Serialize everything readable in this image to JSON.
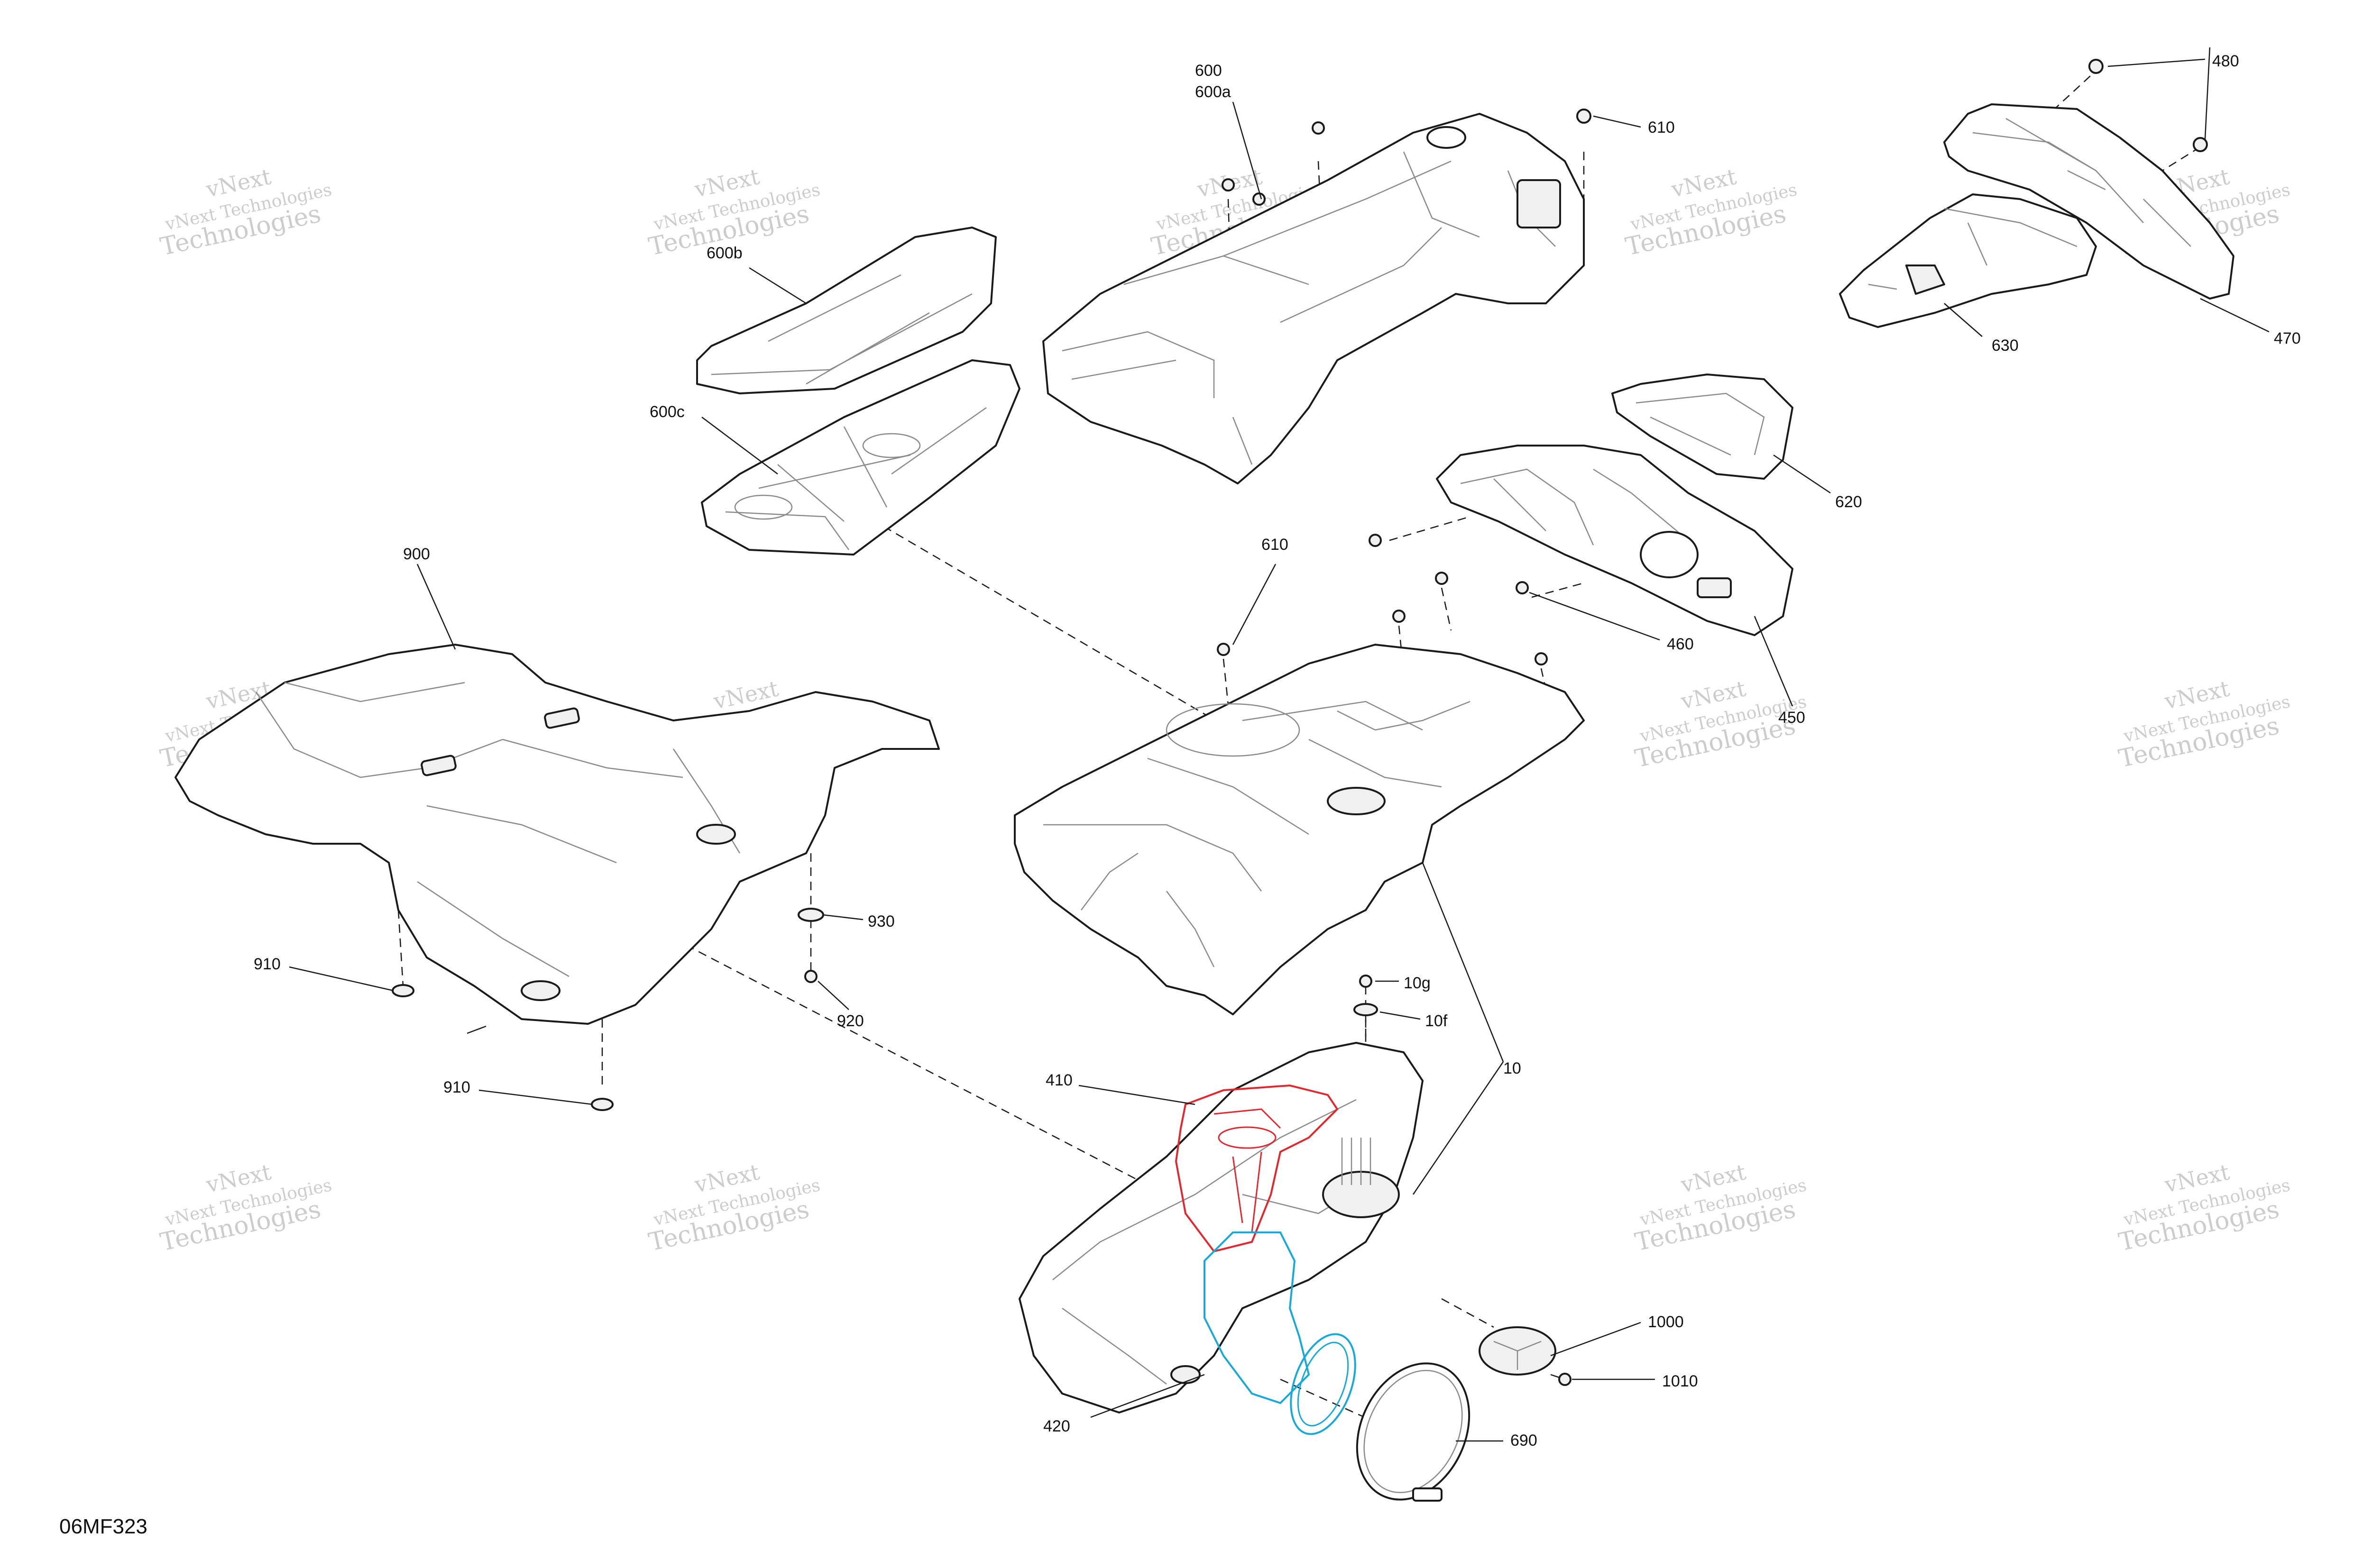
{
  "figure_id": "06MF323",
  "watermark": {
    "line1": "vNext",
    "line2": "vNext Technologies",
    "line3": "Technologies"
  },
  "colors": {
    "line": "#1a1a1a",
    "highlight_red": "#e0282e",
    "highlight_blue": "#18a9d8",
    "watermark": "#6f6f6f"
  },
  "callouts": [
    {
      "id": "c600",
      "label": "600"
    },
    {
      "id": "c600a",
      "label": "600a"
    },
    {
      "id": "c600b",
      "label": "600b"
    },
    {
      "id": "c600c",
      "label": "600c"
    },
    {
      "id": "c610a",
      "label": "610"
    },
    {
      "id": "c610b",
      "label": "610"
    },
    {
      "id": "c480",
      "label": "480"
    },
    {
      "id": "c470",
      "label": "470"
    },
    {
      "id": "c630",
      "label": "630"
    },
    {
      "id": "c620",
      "label": "620"
    },
    {
      "id": "c460",
      "label": "460"
    },
    {
      "id": "c450",
      "label": "450"
    },
    {
      "id": "c900",
      "label": "900"
    },
    {
      "id": "c930",
      "label": "930"
    },
    {
      "id": "c910a",
      "label": "910"
    },
    {
      "id": "c920",
      "label": "920"
    },
    {
      "id": "c910b",
      "label": "910"
    },
    {
      "id": "c10g",
      "label": "10g"
    },
    {
      "id": "c10f",
      "label": "10f"
    },
    {
      "id": "c10",
      "label": "10"
    },
    {
      "id": "c410",
      "label": "410"
    },
    {
      "id": "c1000",
      "label": "1000"
    },
    {
      "id": "c1010",
      "label": "1010"
    },
    {
      "id": "c420",
      "label": "420"
    },
    {
      "id": "c690",
      "label": "690"
    }
  ]
}
